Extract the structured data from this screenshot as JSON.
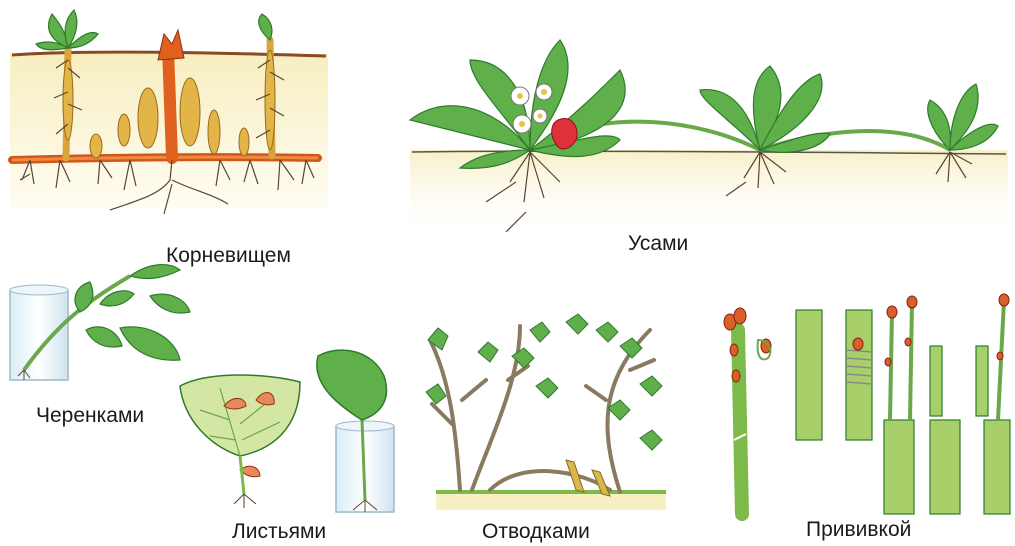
{
  "captions": {
    "rhizome": "Корневищем",
    "runners": "Усами",
    "cuttings": "Черенками",
    "leaves": "Листьями",
    "layering": "Отводками",
    "grafting": "Прививкой"
  },
  "colors": {
    "leaf": "#5fb04a",
    "leaf_dark": "#2f7a2c",
    "soil": "#fbf4d8",
    "soil_line": "#8a4a22",
    "root": "#5a4334",
    "rhizome": "#e0601f",
    "bud": "#d9a43a",
    "strawberry": "#e0303a",
    "water": "#cfe6f2",
    "stem": "#7cba4a",
    "branch": "#8a7a62",
    "twine": "#d8b84a"
  }
}
